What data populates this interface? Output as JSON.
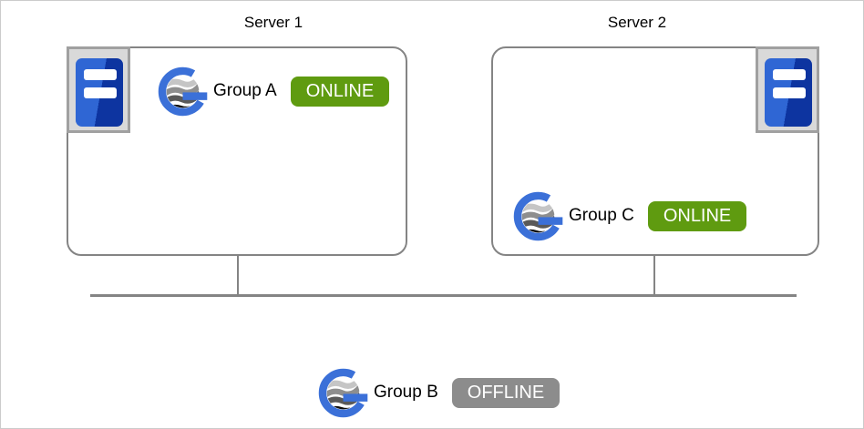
{
  "servers": [
    {
      "label": "Server 1",
      "group": {
        "name": "Group A",
        "status": "ONLINE"
      }
    },
    {
      "label": "Server 2",
      "group": {
        "name": "Group C",
        "status": "ONLINE"
      }
    }
  ],
  "standalone_group": {
    "name": "Group B",
    "status": "OFFLINE"
  },
  "icons": {
    "server": "server-tower-icon",
    "group_logo": "group-globe-logo-icon"
  },
  "colors": {
    "status_online": "#5f9b10",
    "status_offline": "#8c8c8c",
    "box_border": "#848484",
    "connector_line": "#848484",
    "server_icon_light_blue": "#2f66d4",
    "server_icon_dark_blue": "#0d34a0",
    "logo_blue": "#3b70d8"
  }
}
